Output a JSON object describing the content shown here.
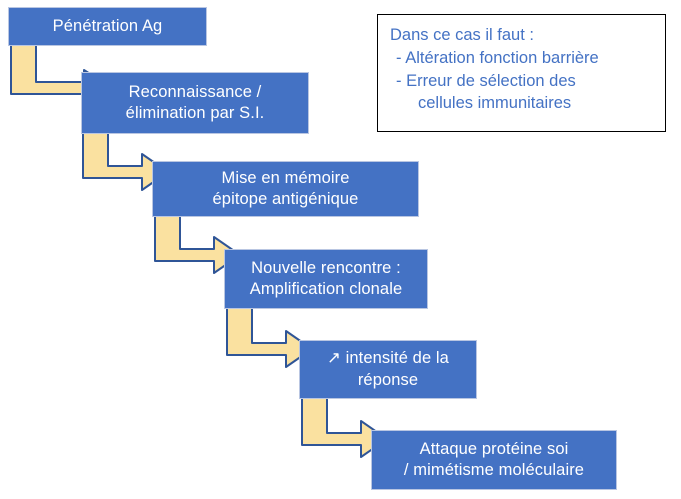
{
  "diagram": {
    "title": "Immune response cascade flowchart",
    "colors": {
      "box_fill": "#4472C4",
      "box_border": "#B9C6E2",
      "box_text": "#FFFFFF",
      "arrow_fill": "#FAE1A0",
      "arrow_border": "#2F5597",
      "note_text": "#4472C4",
      "note_border": "#000000",
      "background": "#FFFFFF"
    },
    "boxes": [
      {
        "id": "box-1",
        "label": "Pénétration Ag"
      },
      {
        "id": "box-2",
        "label": "Reconnaissance /\nélimination par S.I."
      },
      {
        "id": "box-3",
        "label": "Mise en mémoire\népitope antigénique"
      },
      {
        "id": "box-4",
        "label": "Nouvelle rencontre :\nAmplification clonale"
      },
      {
        "id": "box-5",
        "label": "↗ intensité de la\nréponse"
      },
      {
        "id": "box-6",
        "label": "Attaque protéine soi\n/ mimétisme moléculaire"
      }
    ],
    "connectors": [
      {
        "id": "connector-1",
        "from": "box-1",
        "to": "box-2"
      },
      {
        "id": "connector-2",
        "from": "box-2",
        "to": "box-3"
      },
      {
        "id": "connector-3",
        "from": "box-3",
        "to": "box-4"
      },
      {
        "id": "connector-4",
        "from": "box-4",
        "to": "box-5"
      },
      {
        "id": "connector-5",
        "from": "box-5",
        "to": "box-6"
      }
    ],
    "note": {
      "title": "Dans ce cas il faut :",
      "items": [
        {
          "bullet": "-",
          "line1": "Altération fonction barrière",
          "line2": ""
        },
        {
          "bullet": "-",
          "line1": "Erreur de sélection des",
          "line2": "cellules immunitaires"
        }
      ]
    }
  }
}
